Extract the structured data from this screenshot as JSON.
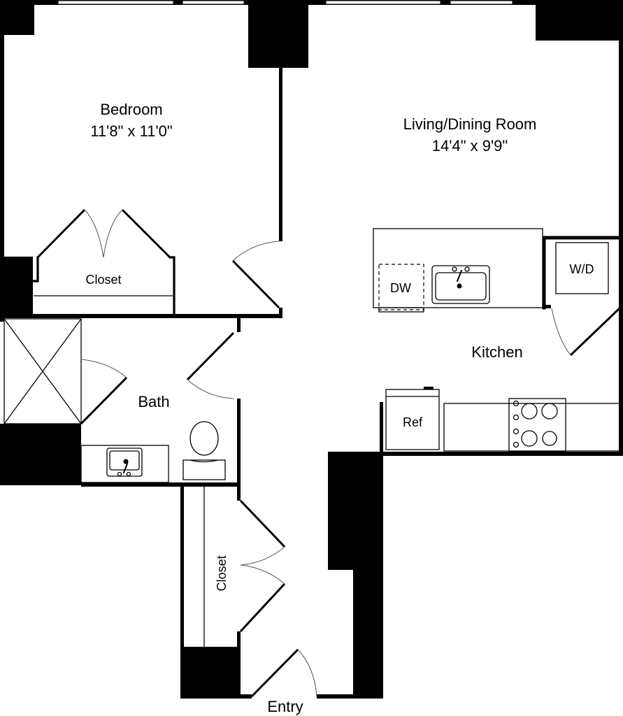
{
  "floorplan": {
    "colors": {
      "wall": "#000000",
      "background": "#ffffff"
    },
    "rooms": {
      "bedroom": {
        "name": "Bedroom",
        "dimensions": "11'8\" x 11'0\""
      },
      "living": {
        "name": "Living/Dining Room",
        "dimensions": "14'4\" x 9'9\""
      },
      "kitchen": {
        "name": "Kitchen"
      },
      "bath": {
        "name": "Bath"
      },
      "entry": {
        "name": "Entry"
      },
      "bedroom_closet": {
        "name": "Closet"
      },
      "hall_closet": {
        "name": "Closet"
      }
    },
    "fixtures": {
      "dishwasher": "DW",
      "washer_dryer": "W/D",
      "refrigerator": "Ref"
    }
  }
}
